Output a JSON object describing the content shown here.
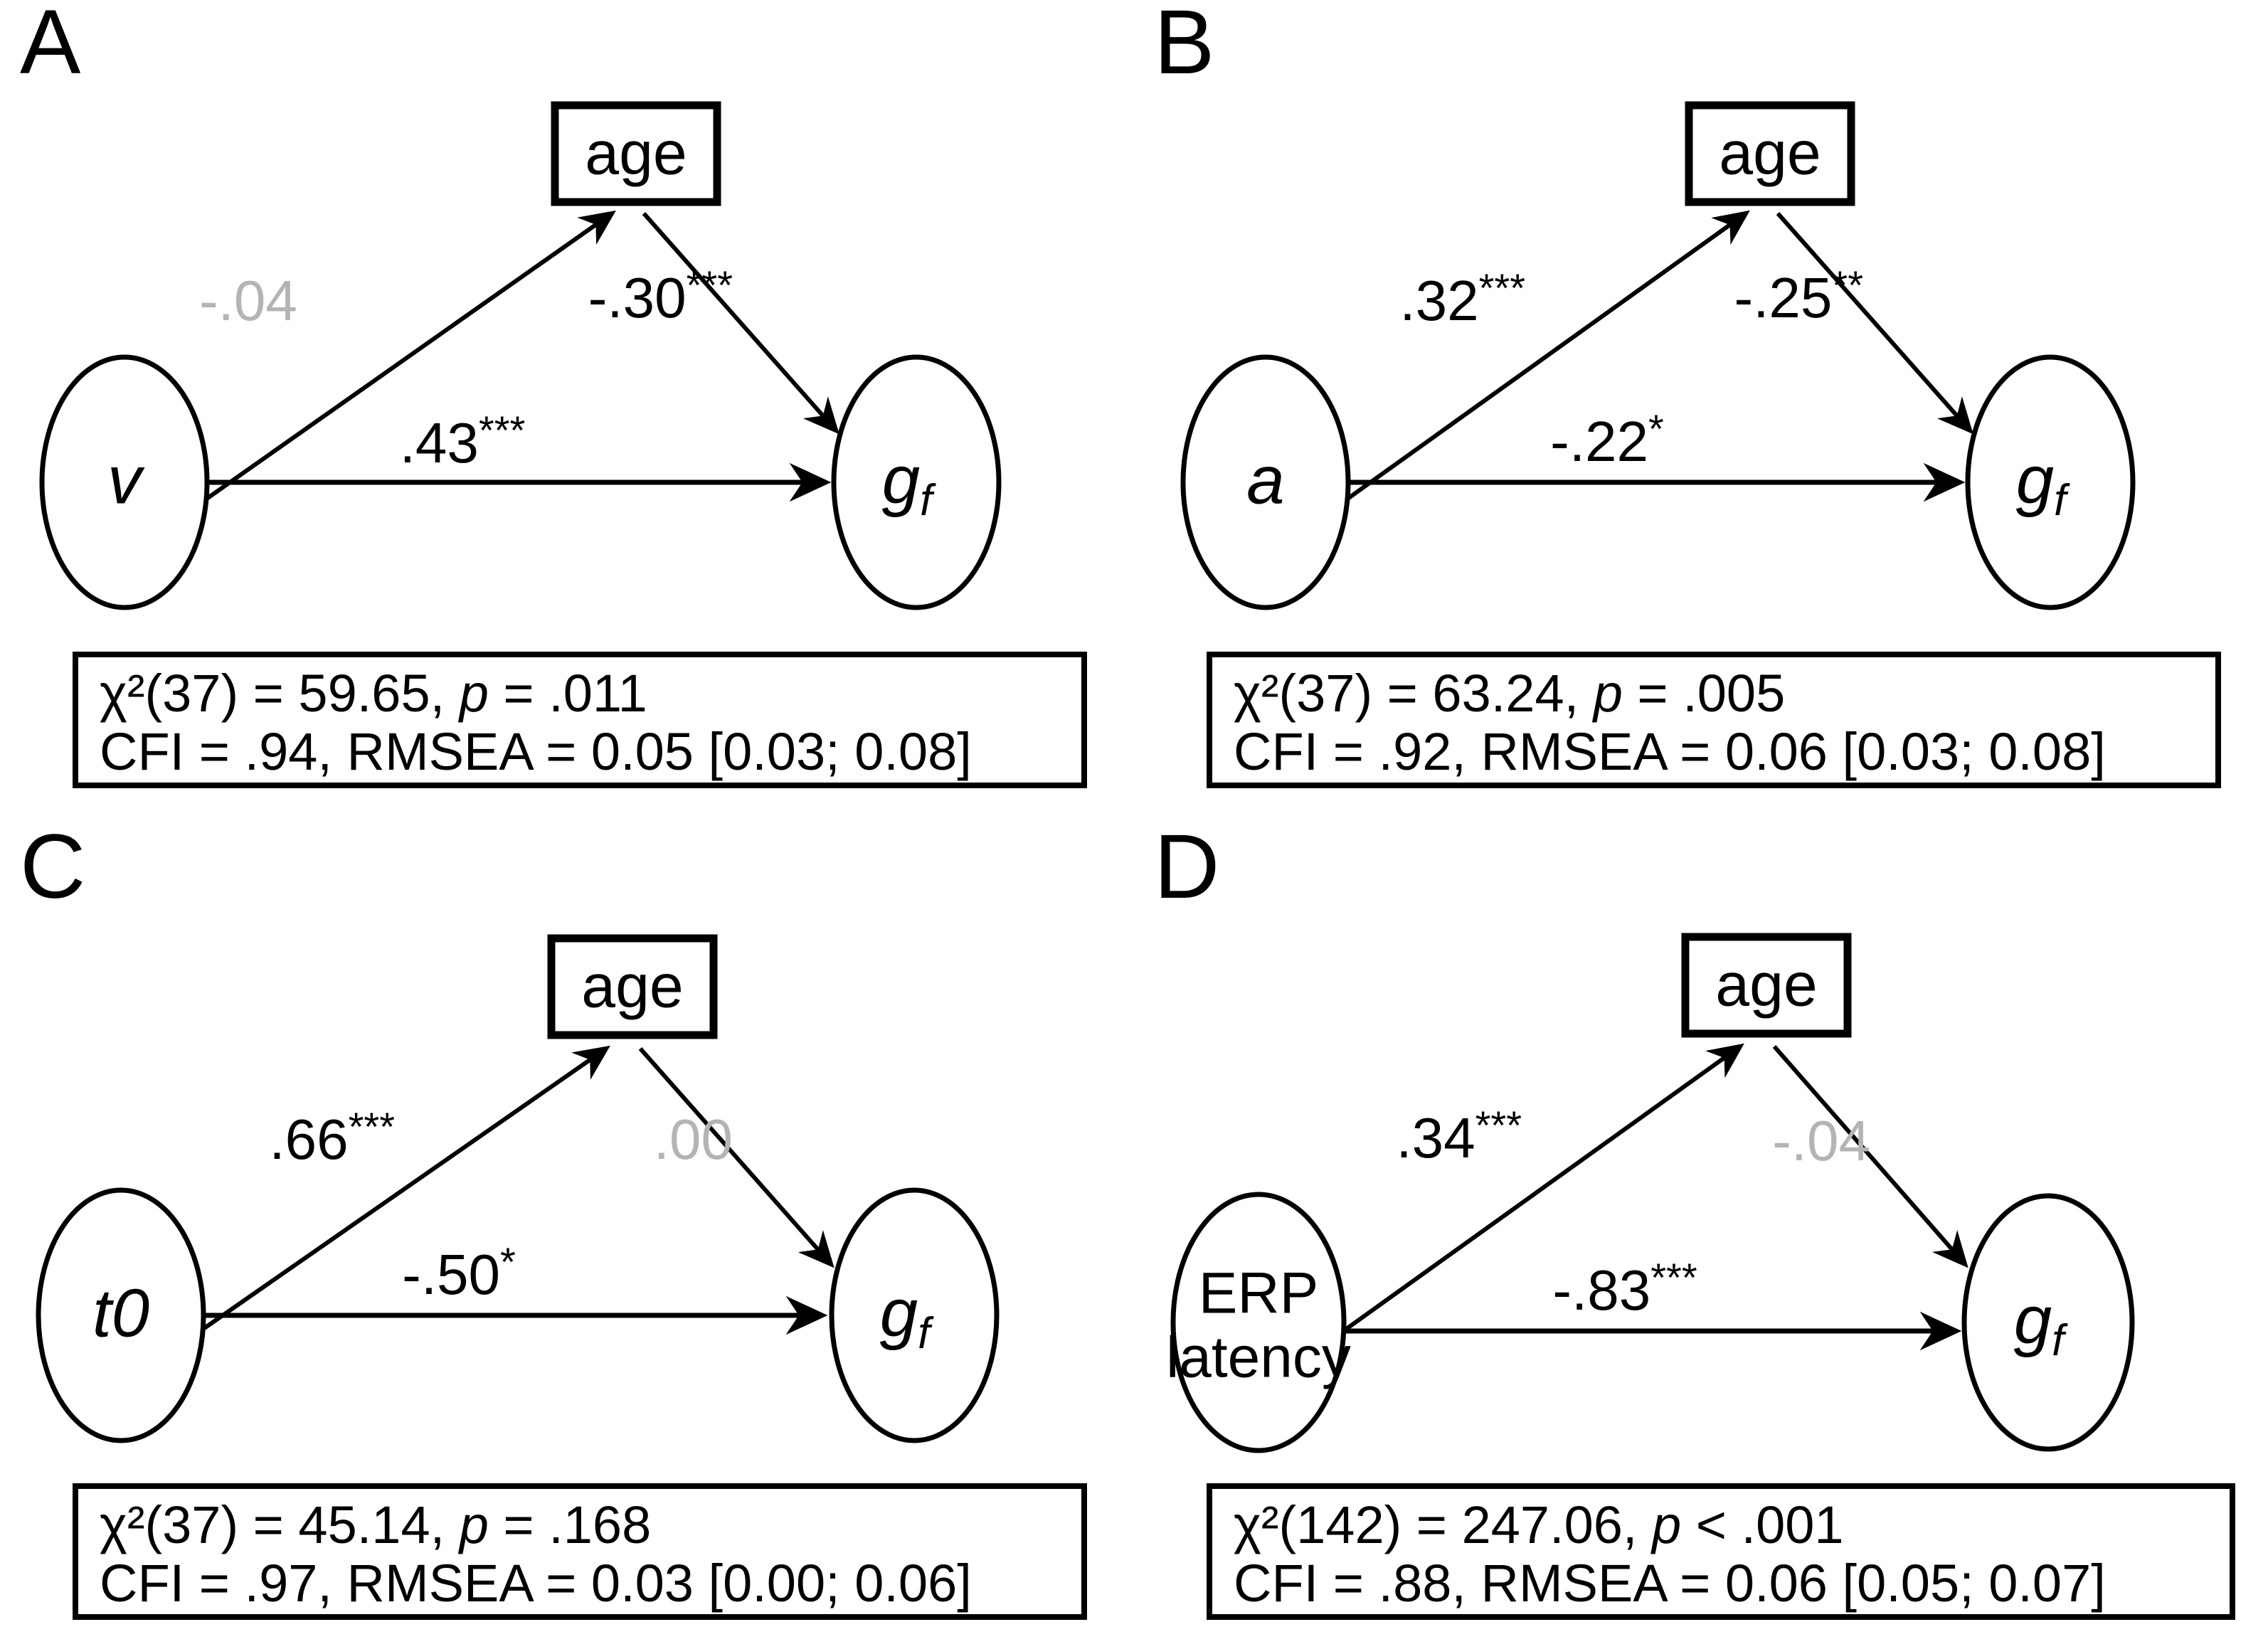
{
  "figure": {
    "type": "path-diagram-grid",
    "panel_count": 4,
    "colors": {
      "significant_label": "#000000",
      "nonsignificant_label": "#b4b4b4",
      "stroke": "#000000",
      "background": "#ffffff"
    },
    "mediator_label": "age",
    "outcome_label": "g",
    "outcome_subscript": "f"
  },
  "panels": [
    {
      "letter": "A",
      "predictor": {
        "label": "v",
        "style": "italic",
        "lines": [
          "v"
        ]
      },
      "mediator": {
        "label": "age"
      },
      "outcome": {
        "label": "g",
        "subscript": "f"
      },
      "paths": {
        "predictor_to_mediator": {
          "value": "-.04",
          "stars": "",
          "significant": false
        },
        "mediator_to_outcome": {
          "value": "-.30",
          "stars": "***",
          "significant": true
        },
        "predictor_to_outcome": {
          "value": ".43",
          "stars": "***",
          "significant": true
        }
      },
      "fit": {
        "line1_pre": "χ²(37) = 59.65, ",
        "line1_italic": "p",
        "line1_post": " = .011",
        "line2": "CFI = .94, RMSEA = 0.05 [0.03; 0.08]",
        "chi_df": "37",
        "chi_value": "59.65",
        "p_value": ".011",
        "cfi": ".94",
        "rmsea": "0.05",
        "rmsea_ci_low": "0.03",
        "rmsea_ci_high": "0.08"
      }
    },
    {
      "letter": "B",
      "predictor": {
        "label": "a",
        "style": "italic",
        "lines": [
          "a"
        ]
      },
      "mediator": {
        "label": "age"
      },
      "outcome": {
        "label": "g",
        "subscript": "f"
      },
      "paths": {
        "predictor_to_mediator": {
          "value": ".32",
          "stars": "***",
          "significant": true
        },
        "mediator_to_outcome": {
          "value": "-.25",
          "stars": "**",
          "significant": true
        },
        "predictor_to_outcome": {
          "value": "-.22",
          "stars": "*",
          "significant": true
        }
      },
      "fit": {
        "line1_pre": "χ²(37) = 63.24, ",
        "line1_italic": "p",
        "line1_post": " = .005",
        "line2": "CFI = .92, RMSEA = 0.06 [0.03; 0.08]",
        "chi_df": "37",
        "chi_value": "63.24",
        "p_value": ".005",
        "cfi": ".92",
        "rmsea": "0.06",
        "rmsea_ci_low": "0.03",
        "rmsea_ci_high": "0.08"
      }
    },
    {
      "letter": "C",
      "predictor": {
        "label": "t0",
        "style": "italic",
        "lines": [
          "t0"
        ]
      },
      "mediator": {
        "label": "age"
      },
      "outcome": {
        "label": "g",
        "subscript": "f"
      },
      "paths": {
        "predictor_to_mediator": {
          "value": ".66",
          "stars": "***",
          "significant": true
        },
        "mediator_to_outcome": {
          "value": ".00",
          "stars": "",
          "significant": false
        },
        "predictor_to_outcome": {
          "value": "-.50",
          "stars": "*",
          "significant": true
        }
      },
      "fit": {
        "line1_pre": "χ²(37) = 45.14, ",
        "line1_italic": "p",
        "line1_post": " = .168",
        "line2": "CFI = .97, RMSEA = 0.03 [0.00; 0.06]",
        "chi_df": "37",
        "chi_value": "45.14",
        "p_value": ".168",
        "cfi": ".97",
        "rmsea": "0.03",
        "rmsea_ci_low": "0.00",
        "rmsea_ci_high": "0.06"
      }
    },
    {
      "letter": "D",
      "predictor": {
        "label": "ERP latency",
        "style": "upright",
        "lines": [
          "ERP",
          "latency"
        ]
      },
      "mediator": {
        "label": "age"
      },
      "outcome": {
        "label": "g",
        "subscript": "f"
      },
      "paths": {
        "predictor_to_mediator": {
          "value": ".34",
          "stars": "***",
          "significant": true
        },
        "mediator_to_outcome": {
          "value": "-.04",
          "stars": "",
          "significant": false
        },
        "predictor_to_outcome": {
          "value": "-.83",
          "stars": "***",
          "significant": true
        }
      },
      "fit": {
        "line1_pre": "χ²(142) = 247.06, ",
        "line1_italic": "p",
        "line1_post": " < .001",
        "line2": "CFI = .88, RMSEA = 0.06 [0.05; 0.07]",
        "chi_df": "142",
        "chi_value": "247.06",
        "p_value": "< .001",
        "cfi": ".88",
        "rmsea": "0.06",
        "rmsea_ci_low": "0.05",
        "rmsea_ci_high": "0.07"
      }
    }
  ]
}
